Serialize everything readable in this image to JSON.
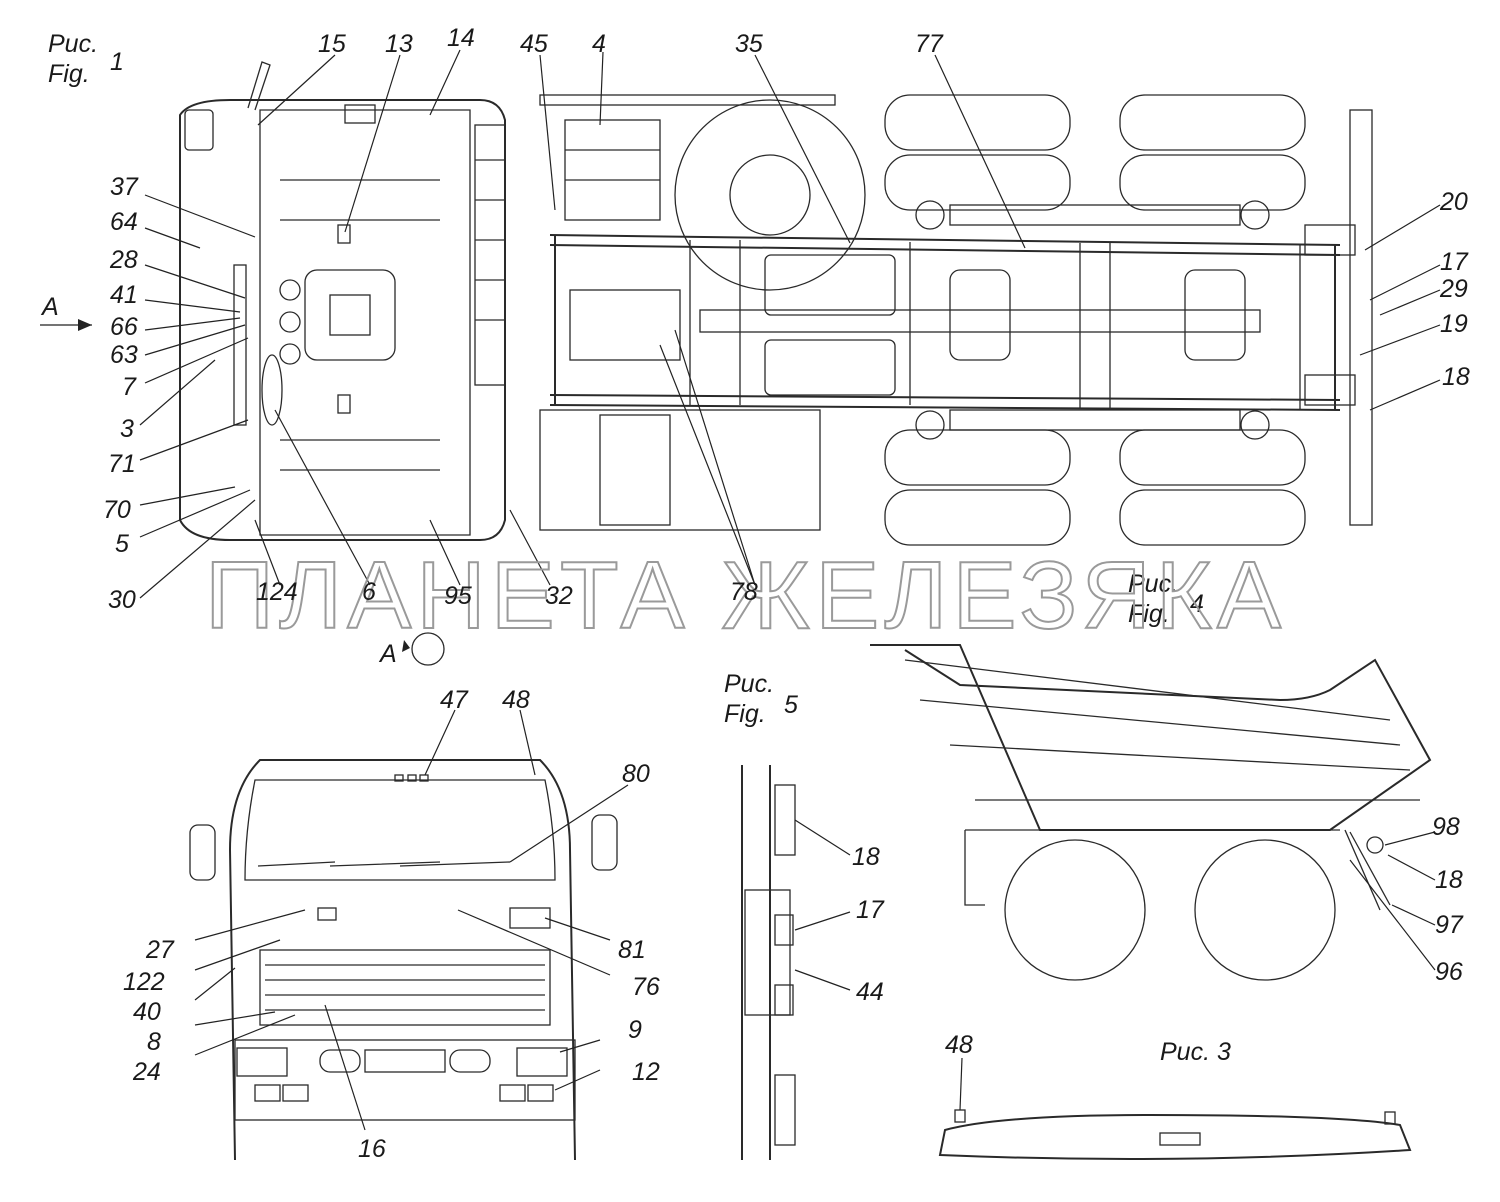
{
  "figures": {
    "fig1": {
      "ru": "Рис.",
      "en": "Fig.",
      "num": "1"
    },
    "fig4": {
      "ru": "Рис.",
      "en": "Fig.",
      "num": "4"
    },
    "fig5": {
      "ru": "Рис.",
      "en": "Fig.",
      "num": "5"
    },
    "fig3": {
      "label": "Рис. 3"
    },
    "view_a": {
      "letter": "A"
    },
    "view_a_arrow": {
      "letter": "A"
    }
  },
  "watermark": "ПЛАНЕТА ЖЕЛЕЗЯКА",
  "callouts_fig1": [
    "15",
    "13",
    "14",
    "45",
    "4",
    "35",
    "77",
    "37",
    "64",
    "28",
    "41",
    "66",
    "63",
    "7",
    "3",
    "71",
    "70",
    "5",
    "30",
    "124",
    "6",
    "95",
    "32",
    "78",
    "20",
    "17",
    "29",
    "19",
    "18"
  ],
  "callouts_front": [
    "47",
    "48",
    "80",
    "27",
    "122",
    "40",
    "8",
    "24",
    "16",
    "81",
    "76",
    "9",
    "12"
  ],
  "callouts_fig5": [
    "18",
    "17",
    "44"
  ],
  "callouts_fig4": [
    "98",
    "18",
    "97",
    "96"
  ],
  "callouts_fig3": [
    "48"
  ]
}
